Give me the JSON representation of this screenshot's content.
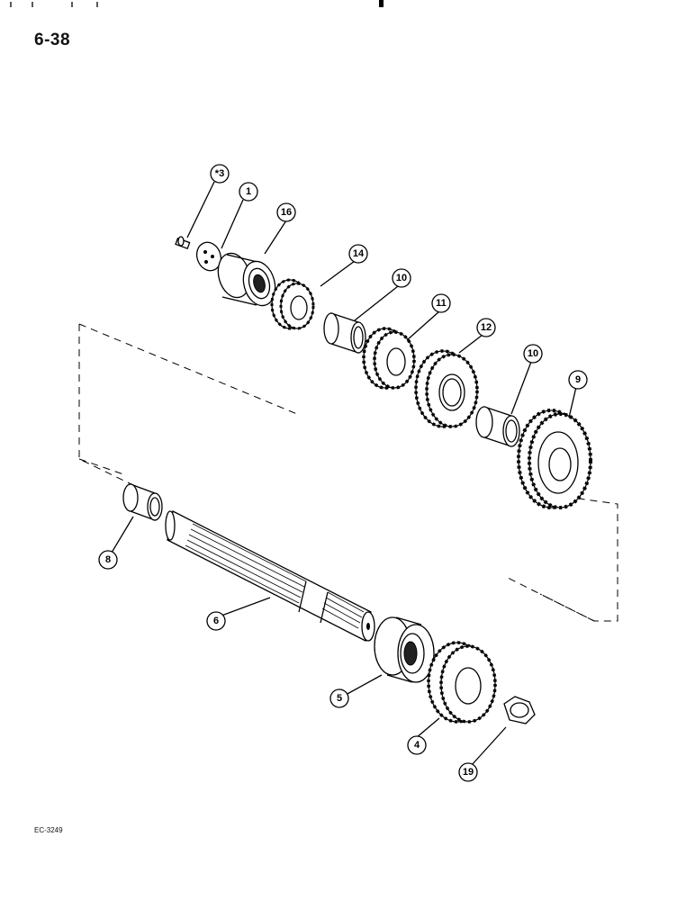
{
  "header": {
    "page_number": "6-38"
  },
  "footer": {
    "figure_code": "EC-3249"
  },
  "callouts": {
    "c3": "*3",
    "c1": "1",
    "c16": "16",
    "c14": "14",
    "c10a": "10",
    "c11": "11",
    "c12": "12",
    "c10b": "10",
    "c9": "9",
    "c8": "8",
    "c6": "6",
    "c5": "5",
    "c4": "4",
    "c19": "19"
  }
}
